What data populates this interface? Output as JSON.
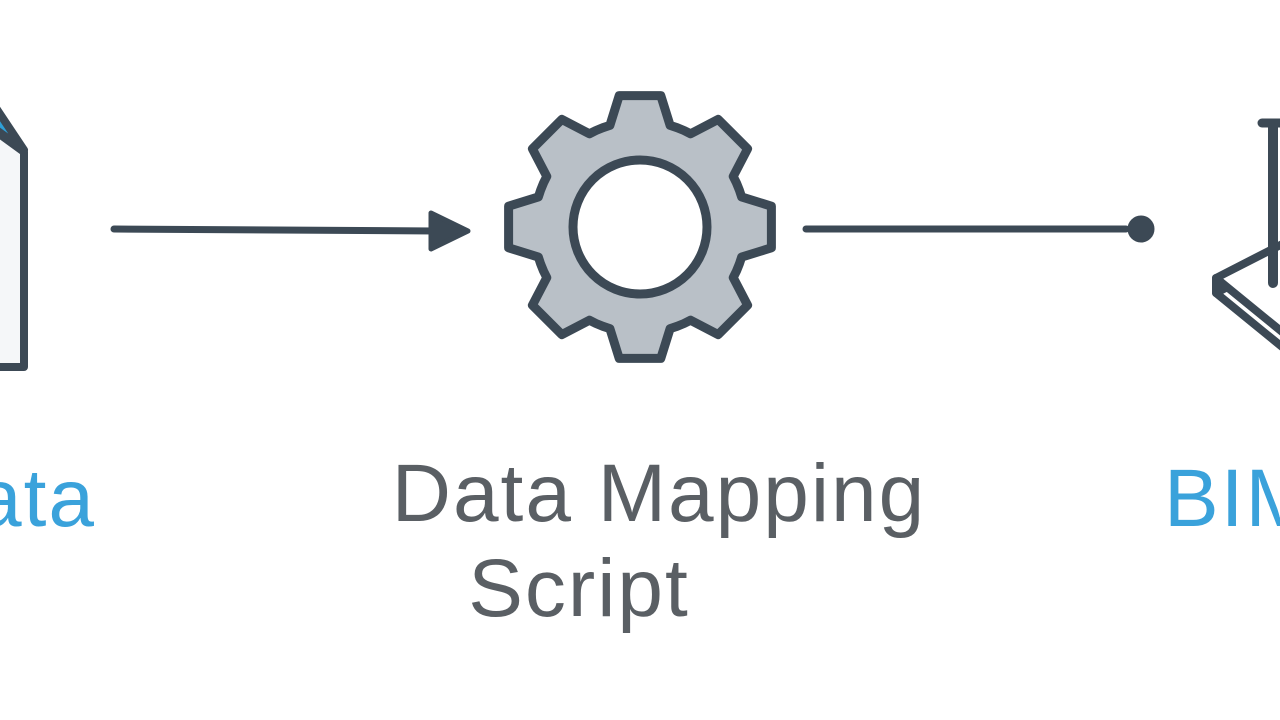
{
  "diagram": {
    "nodes": [
      {
        "id": "source",
        "label": "ata",
        "icon": "box-icon",
        "clipped_edge": "left"
      },
      {
        "id": "process",
        "label_line1": "Data Mapping",
        "label_line2": "Script",
        "icon": "gear-icon"
      },
      {
        "id": "target",
        "label": "BIM",
        "icon": "platform-icon",
        "clipped_edge": "right"
      }
    ],
    "connectors": [
      {
        "from": "source",
        "to": "process",
        "end_style": "arrowhead"
      },
      {
        "from": "process",
        "to": "target",
        "end_style": "dot"
      }
    ],
    "colors": {
      "background": "#ffffff",
      "accent_blue": "#3aa2db",
      "accent_blue_deep": "#2fa0d7",
      "outline_dark": "#3c4955",
      "gear_fill": "#b9c0c7",
      "label_gray": "#5a5f64"
    }
  }
}
